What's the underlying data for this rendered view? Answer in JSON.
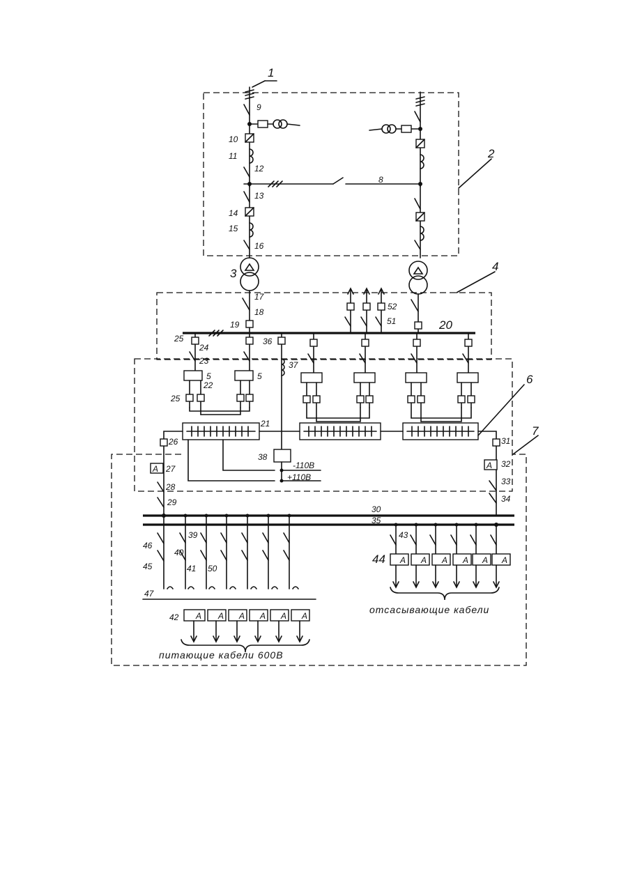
{
  "labels": {
    "l1": "1",
    "l2": "2",
    "l3": "3",
    "l4": "4",
    "l5a": "5",
    "l5b": "5",
    "l6": "6",
    "l7": "7",
    "l8": "8",
    "l9": "9",
    "l10": "10",
    "l11": "11",
    "l12": "12",
    "l13": "13",
    "l14": "14",
    "l15": "15",
    "l16": "16",
    "l17": "17",
    "l18": "18",
    "l19": "19",
    "l20": "20",
    "l21": "21",
    "l22": "22",
    "l23": "23",
    "l24": "24",
    "l25a": "25",
    "l25b": "25",
    "l26": "26",
    "l27": "27",
    "l28": "28",
    "l29": "29",
    "l30": "30",
    "l31": "31",
    "l32": "32",
    "l33": "33",
    "l34": "34",
    "l35": "35",
    "l36": "36",
    "l37": "37",
    "l38": "38",
    "l39": "39",
    "l40": "40",
    "l41": "41",
    "l42": "42",
    "l43": "43",
    "l44": "44",
    "l45": "45",
    "l46": "46",
    "l47": "47",
    "l50": "50",
    "l51": "51",
    "l52": "52",
    "neg": "-110В",
    "pos": "+110В"
  },
  "captions": {
    "feeder": "питающие кабели 600В",
    "suction": "отсасывающие кабели"
  },
  "ammeter_symbol": "A",
  "colors": {
    "ink": "#111111",
    "paper": "#ffffff"
  }
}
